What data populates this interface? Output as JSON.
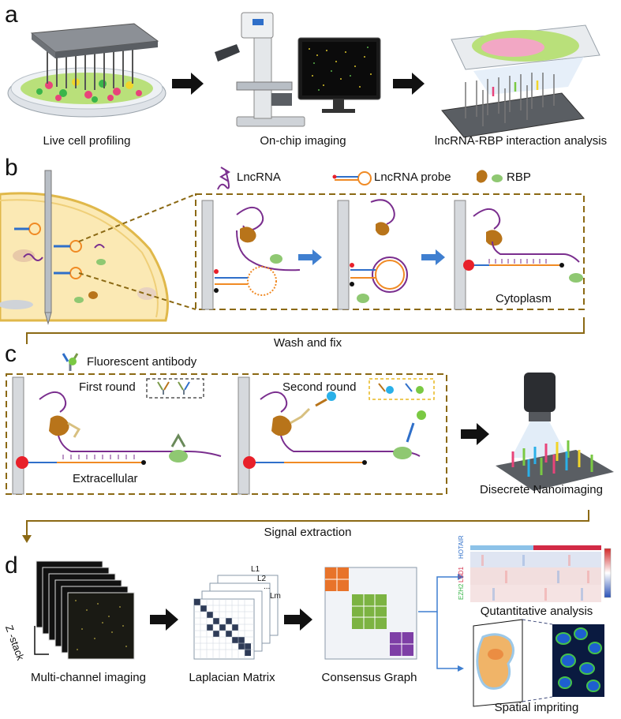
{
  "panels": {
    "a": {
      "letter": "a",
      "captions": [
        "Live cell profiling",
        "On-chip imaging",
        "lncRNA-RBP interaction analysis"
      ]
    },
    "b": {
      "letter": "b",
      "legend": [
        "LncRNA",
        "LncRNA probe",
        "RBP"
      ],
      "compartment": "Cytoplasm",
      "transition": "Wash and fix"
    },
    "c": {
      "letter": "c",
      "legend": "Fluorescent antibody",
      "rounds": [
        "First round",
        "Second round"
      ],
      "compartment": "Extracellular",
      "output": "Disecrete Nanoimaging",
      "transition": "Signal extraction"
    },
    "d": {
      "letter": "d",
      "stack_label": "Z -stack",
      "captions": [
        "Multi-channel imaging",
        "Laplacian Matrix",
        "Consensus Graph"
      ],
      "matrix_labels": [
        "L1",
        "L2",
        "...",
        "Lm"
      ],
      "heatmap_genes": [
        "HOTAIR",
        "LSD1",
        "EZH2"
      ],
      "analysis": [
        "Qutantitative analysis",
        "Spatial impriting"
      ]
    }
  },
  "colors": {
    "arrow": "#111111",
    "dashed_box": "#8B6914",
    "lncRNA": "#7a2e8e",
    "probe_orange": "#f08a24",
    "probe_blue": "#2f6fc9",
    "rbp_brown": "#b8741a",
    "rbp_green": "#8fc872",
    "fluor_red": "#e8202a",
    "fluor_green": "#7ac943",
    "fluor_blue": "#2ab0e8",
    "consensus_orange": "#e8732a",
    "consensus_green": "#7cb342",
    "consensus_purple": "#7e3fa6"
  }
}
